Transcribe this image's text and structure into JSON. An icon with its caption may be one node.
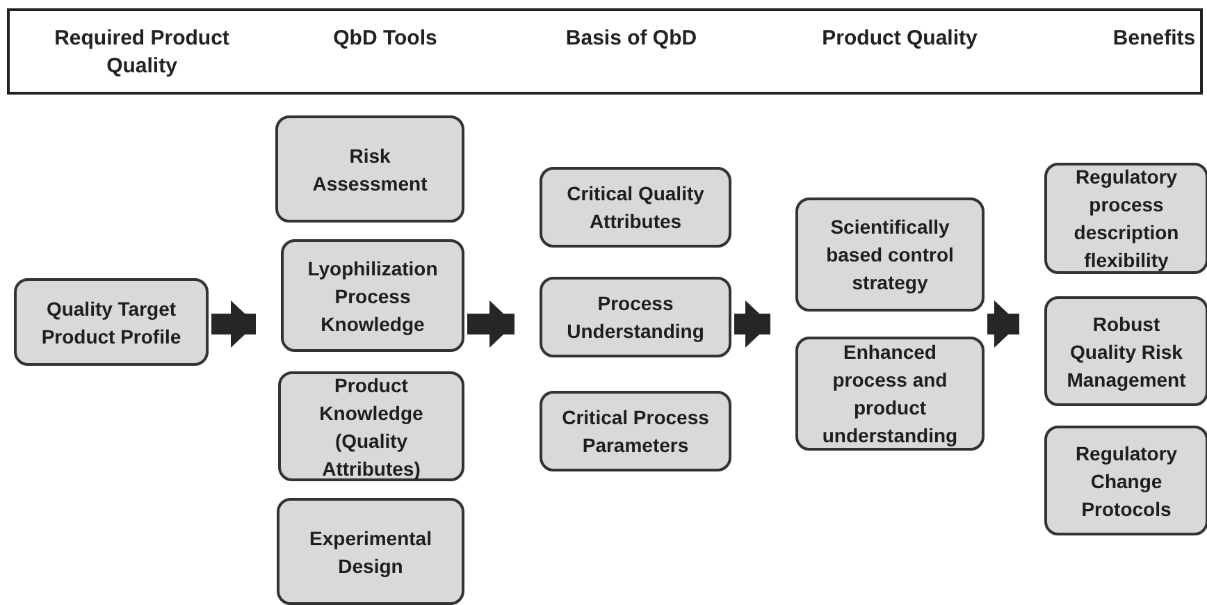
{
  "diagram": {
    "nodes": [
      {
        "text": [
          "Required Product Quality",
          "QbD Tools",
          "Basis of QbD",
          "Product Quality",
          "Benefits"
        ]
      },
      {
        "text": [
          "Quality Target Product Profile"
        ]
      },
      {
        "text": [
          "Risk Assessment"
        ]
      },
      {
        "text": [
          "Lyophilization Process Knowledge"
        ]
      },
      {
        "text": [
          "Product Knowledge (Quality Attributes)"
        ]
      },
      {
        "text": [
          "Experimental Design"
        ]
      },
      {
        "text": [
          "Critical Quality Attributes"
        ]
      },
      {
        "text": [
          "Process Understanding"
        ]
      },
      {
        "text": [
          "Critical Process Parameters"
        ]
      },
      {
        "text": [
          "Scientifically based control strategy"
        ]
      },
      {
        "text": [
          "Enhanced process and product understanding"
        ]
      },
      {
        "text": [
          "Regulatory process description flexibility"
        ]
      },
      {
        "text": [
          "Robust Quality Risk Management"
        ]
      },
      {
        "text": [
          "Regulatory Change Protocols"
        ]
      }
    ],
    "edges": [
      {
        "from": 1,
        "to": 3,
        "arrow": "to"
      },
      {
        "from": 3,
        "to": 7,
        "arrow": "to"
      },
      {
        "from": 7,
        "to": 9,
        "arrow": "to"
      },
      {
        "from": 9,
        "to": 12,
        "arrow": "to"
      }
    ]
  }
}
